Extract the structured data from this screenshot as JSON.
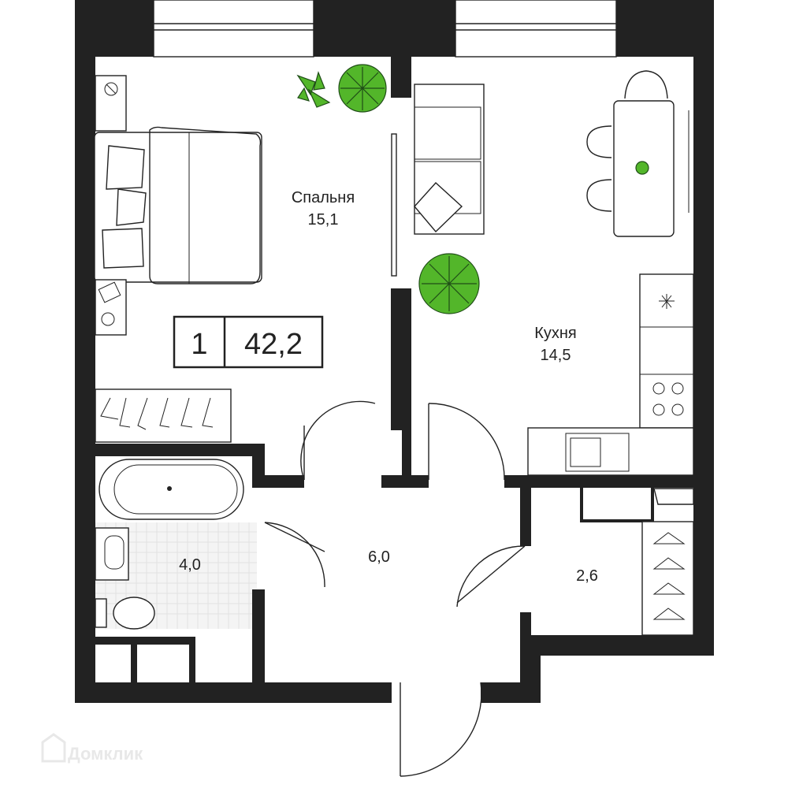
{
  "rooms": {
    "bedroom": {
      "name": "Спальня",
      "area": "15,1"
    },
    "kitchen": {
      "name": "Кухня",
      "area": "14,5"
    },
    "bathroom": {
      "area": "4,0"
    },
    "hallway": {
      "area": "6,0"
    },
    "storage": {
      "area": "2,6"
    }
  },
  "summary": {
    "rooms_count": "1",
    "total_area": "42,2"
  },
  "watermark": {
    "text": "Домклик"
  },
  "colors": {
    "wall": "#222222",
    "plant": "#53b62a",
    "tile": "#f4f4f4",
    "watermark": "#e6e6e6"
  }
}
